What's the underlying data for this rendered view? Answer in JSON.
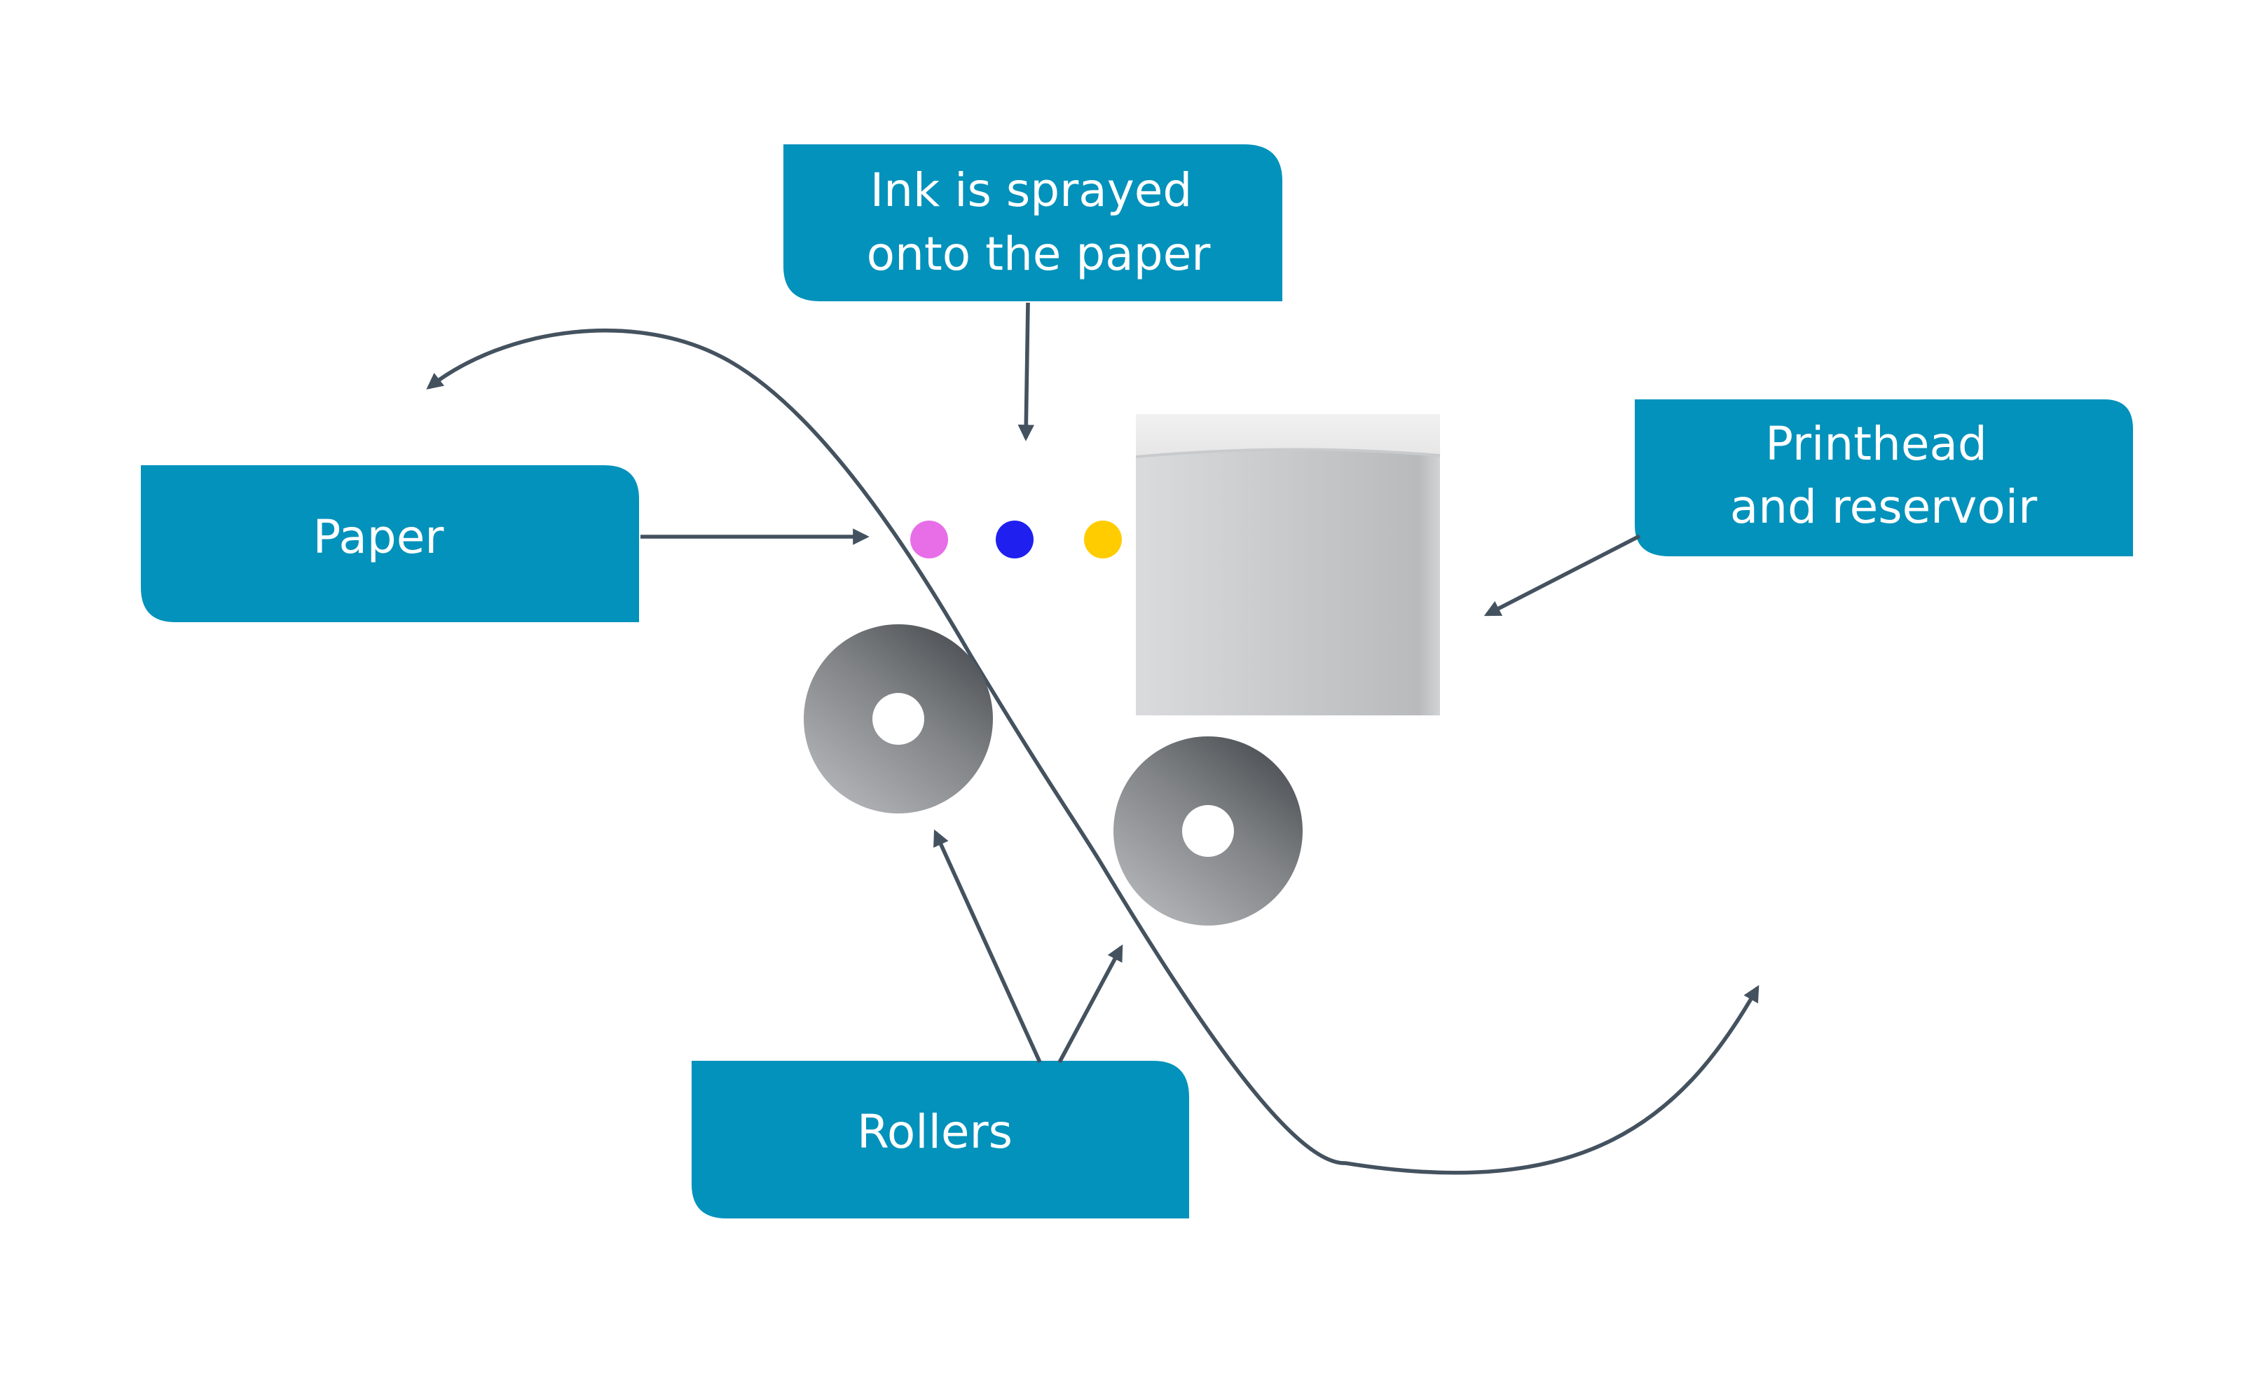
{
  "labels": {
    "ink": {
      "line1": "Ink is sprayed",
      "line2": "onto the paper"
    },
    "paper": {
      "text": "Paper"
    },
    "printhead": {
      "line1": "Printhead",
      "line2": "and reservoir"
    },
    "rollers": {
      "text": "Rollers"
    }
  },
  "ink_drops": [
    {
      "name": "magenta-ink-drop",
      "color": "#e86ee8"
    },
    {
      "name": "blue-ink-drop",
      "color": "#1f1ff0"
    },
    {
      "name": "yellow-ink-drop",
      "color": "#ffcc00"
    }
  ],
  "colors": {
    "label_fill": "#0292bb",
    "arrow_stroke": "#44525f",
    "text": "#ffffff"
  }
}
